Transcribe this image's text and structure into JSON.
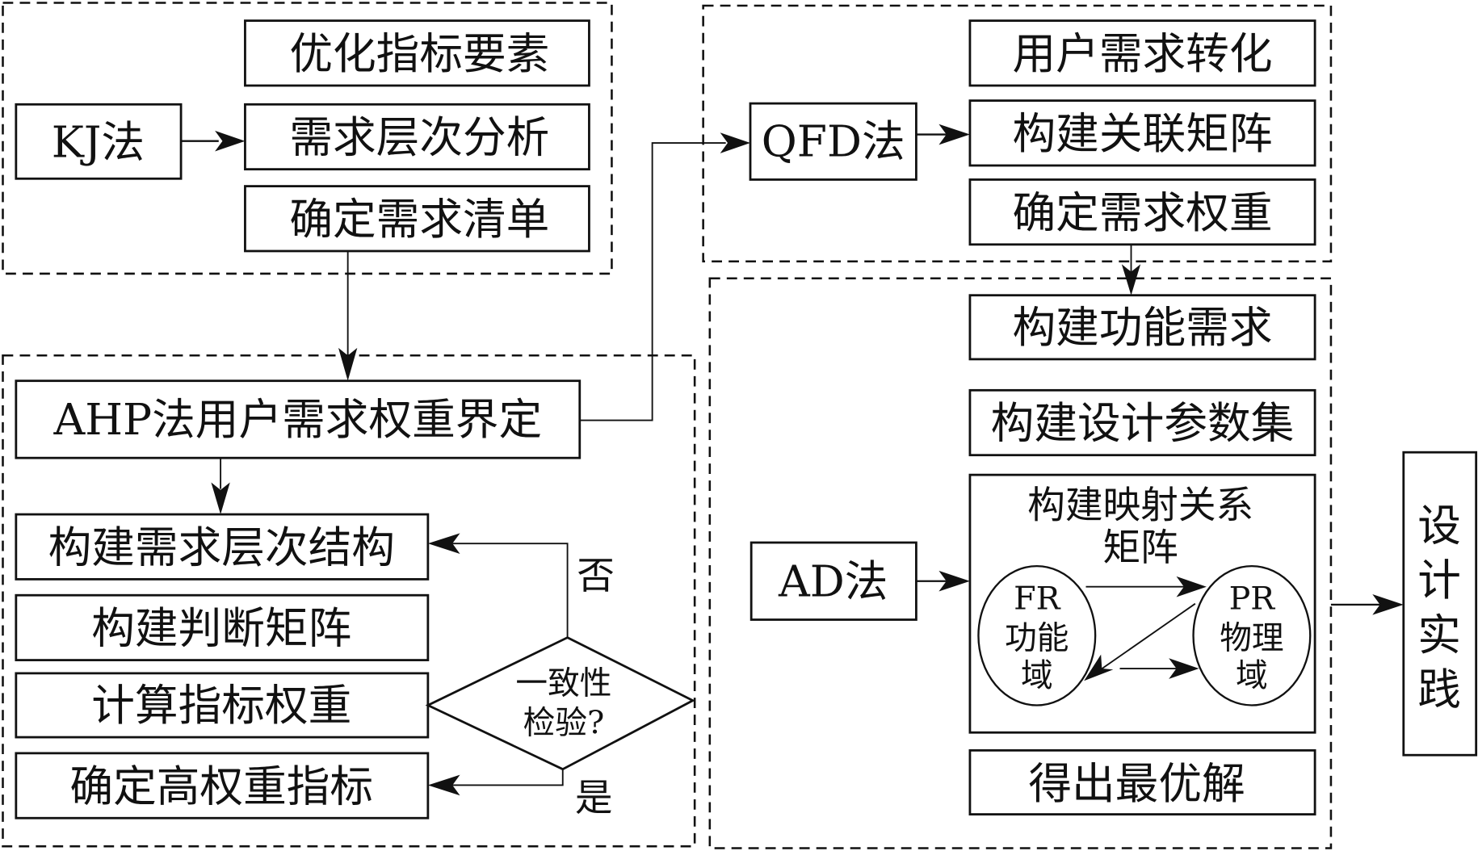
{
  "kj_section": {
    "method": "KJ法",
    "steps": [
      "优化指标要素",
      "需求层次分析",
      "确定需求清单"
    ]
  },
  "ahp_section": {
    "method": "AHP法用户需求权重界定",
    "steps": [
      "构建需求层次结构",
      "构建判断矩阵",
      "计算指标权重",
      "确定高权重指标"
    ],
    "decision": {
      "line1": "一致性",
      "line2": "检验?"
    },
    "no_label": "否",
    "yes_label": "是"
  },
  "qfd_section": {
    "method": "QFD法",
    "steps": [
      "用户需求转化",
      "构建关联矩阵",
      "确定需求权重"
    ]
  },
  "ad_section": {
    "method": "AD法",
    "steps": [
      "构建功能需求",
      "构建设计参数集"
    ],
    "mapping": {
      "title_line1": "构建映射关系",
      "title_line2": "矩阵",
      "fr": {
        "code": "FR",
        "line1": "功能",
        "line2": "域"
      },
      "pr": {
        "code": "PR",
        "line1": "物理",
        "line2": "域"
      }
    },
    "result": "得出最优解"
  },
  "output": {
    "label_chars": [
      "设",
      "计",
      "实",
      "践"
    ]
  }
}
